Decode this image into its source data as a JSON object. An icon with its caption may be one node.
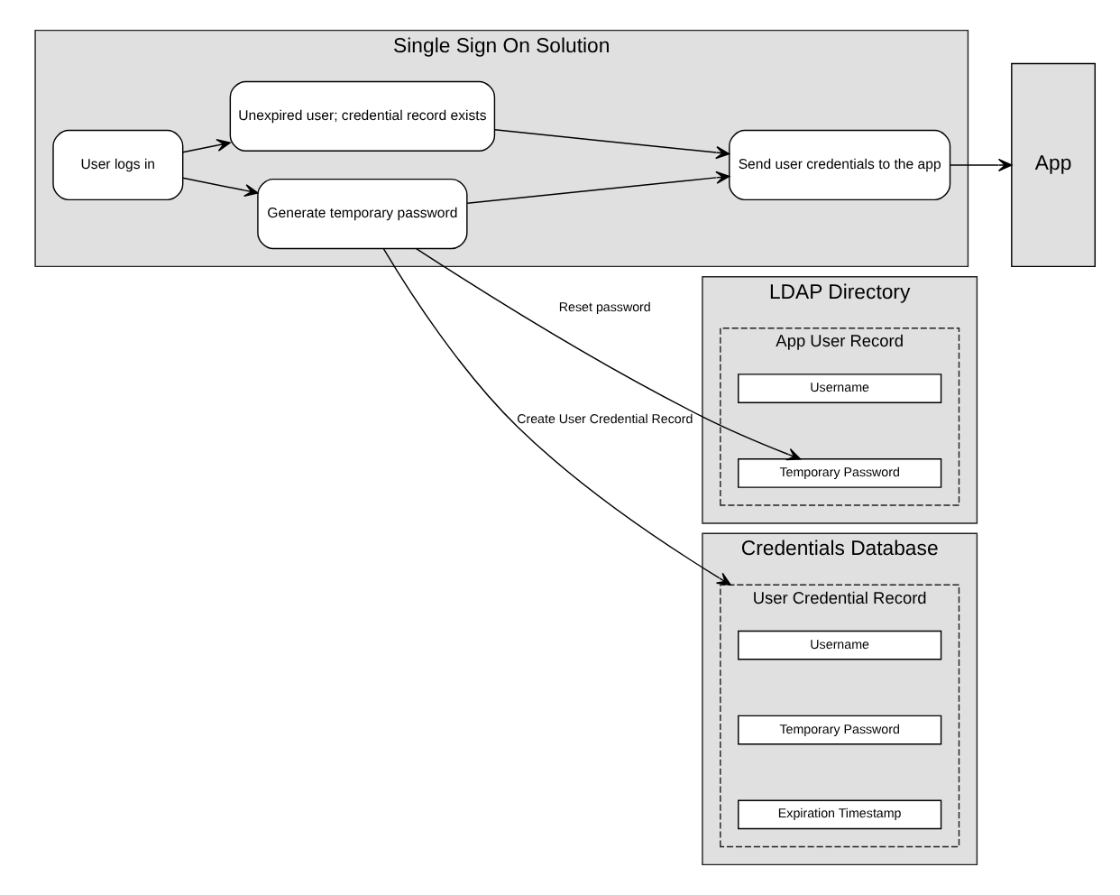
{
  "diagram": {
    "nodes": [
      {
        "text": [
          "Single Sign On Solution"
        ]
      },
      {
        "text": [
          "User logs in"
        ],
        "in": 0
      },
      {
        "text": [
          "Unexpired user; credential record exists"
        ],
        "in": 0
      },
      {
        "text": [
          "Generate temporary password"
        ],
        "in": 0
      },
      {
        "text": [
          "Send user credentials to the app"
        ],
        "in": 0
      },
      {
        "text": [
          "App"
        ]
      },
      {
        "text": [
          "LDAP Directory"
        ]
      },
      {
        "text": [
          "App User Record"
        ],
        "in": 6
      },
      {
        "text": [
          "Username"
        ],
        "in": 7
      },
      {
        "text": [
          "Temporary Password"
        ],
        "in": 7
      },
      {
        "text": [
          "Credentials Database"
        ]
      },
      {
        "text": [
          "User Credential Record"
        ],
        "in": 10
      },
      {
        "text": [
          "Username"
        ],
        "in": 11
      },
      {
        "text": [
          "Temporary Password"
        ],
        "in": 11
      },
      {
        "text": [
          "Expiration Timestamp"
        ],
        "in": 11
      }
    ],
    "edges": [
      {
        "from": 1,
        "to": 2,
        "arrow": "to"
      },
      {
        "from": 1,
        "to": 3,
        "arrow": "to"
      },
      {
        "from": 2,
        "to": 4,
        "arrow": "to"
      },
      {
        "from": 3,
        "to": 4,
        "arrow": "to"
      },
      {
        "from": 4,
        "to": 5,
        "arrow": "to"
      },
      {
        "from": 3,
        "to": 9,
        "arrow": "to",
        "label": "Reset password"
      },
      {
        "from": 3,
        "to": 11,
        "arrow": "to",
        "label": "Create User Credential Record"
      }
    ]
  }
}
